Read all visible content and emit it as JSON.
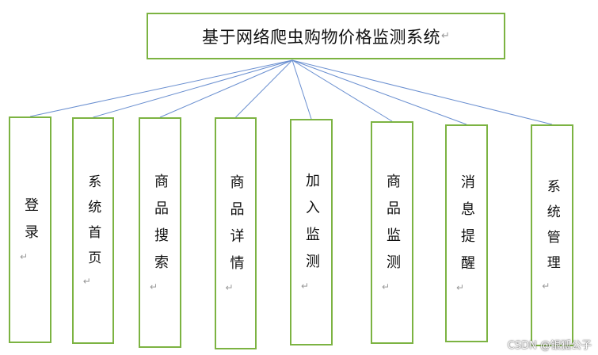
{
  "root": {
    "title": "基于网络爬虫购物价格监测系统",
    "mark": "↵"
  },
  "modules": [
    {
      "label": "登录",
      "mark": "↵"
    },
    {
      "label": "系统首页",
      "mark": "↵"
    },
    {
      "label": "商品搜索",
      "mark": "↵"
    },
    {
      "label": "商品详情",
      "mark": "↵"
    },
    {
      "label": "加入监测",
      "mark": "↵"
    },
    {
      "label": "商品监测",
      "mark": "↵"
    },
    {
      "label": "消息提醒",
      "mark": "↵"
    },
    {
      "label": "系统管理",
      "mark": "↵"
    }
  ],
  "colors": {
    "box_border": "#7cb342",
    "connector": "#6a8fd0"
  },
  "watermark": "CSDN @银狐公子"
}
